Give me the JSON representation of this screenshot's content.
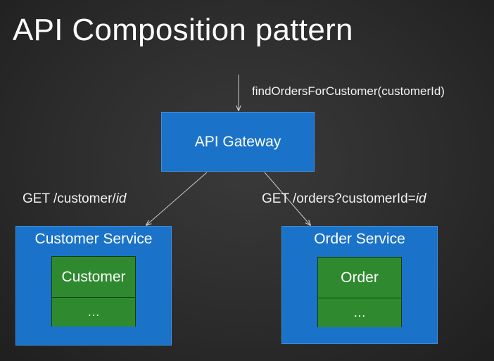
{
  "title": "API Composition pattern",
  "request": {
    "label": "findOrdersForCustomer(customerId)"
  },
  "gateway": {
    "label": "API Gateway"
  },
  "calls": {
    "customer": {
      "prefix": "GET /customer/",
      "param": "id"
    },
    "orders": {
      "prefix": "GET /orders?customerId=",
      "param": "id"
    }
  },
  "services": {
    "customer": {
      "title": "Customer Service",
      "entity": "Customer",
      "more": "…"
    },
    "order": {
      "title": "Order Service",
      "entity": "Order",
      "more": "…"
    }
  },
  "colors": {
    "service_blue": "#1a73c9",
    "entity_green": "#2f8a2f",
    "background": "#2c2c2c",
    "arrow": "#cccccc"
  }
}
